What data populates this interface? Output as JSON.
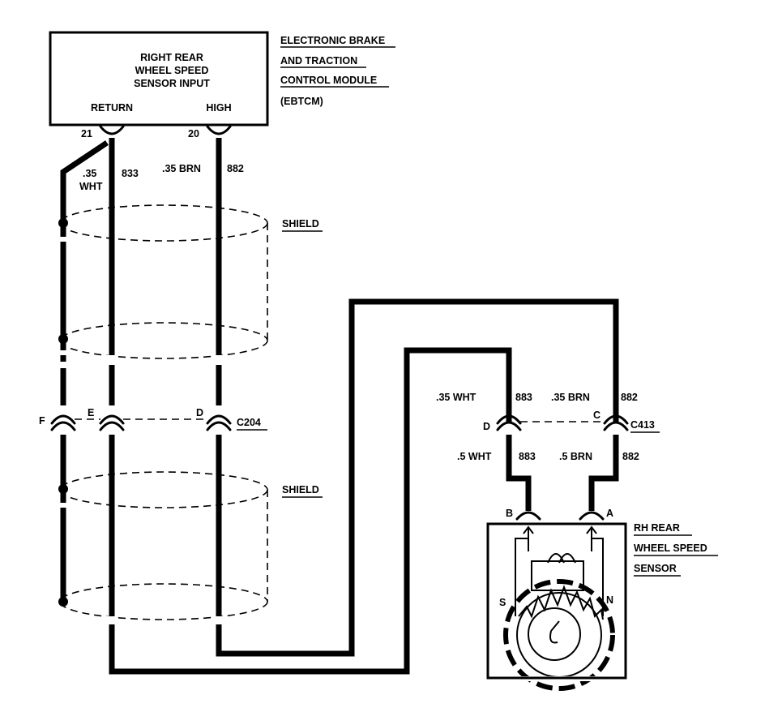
{
  "module": {
    "box_lines": [
      "RIGHT REAR",
      "WHEEL SPEED",
      "SENSOR INPUT"
    ],
    "return_label": "RETURN",
    "high_label": "HIGH",
    "name_lines": [
      "ELECTRONIC BRAKE",
      "AND TRACTION",
      "CONTROL MODULE",
      "(EBTCM)"
    ],
    "pin_return": "21",
    "pin_high": "20"
  },
  "wires": {
    "ret_gauge": ".35",
    "ret_color": "WHT",
    "ret_circuit": "833",
    "high_spec": ".35 BRN",
    "high_circuit": "882"
  },
  "shield_label": "SHIELD",
  "c204": {
    "name": "C204",
    "pins": [
      "F",
      "E",
      "D"
    ]
  },
  "c413": {
    "name": "C413",
    "pin_left": "D",
    "pin_right": "C",
    "top_left_spec": ".35 WHT",
    "top_left_circuit": "883",
    "top_right_spec": ".35 BRN",
    "top_right_circuit": "882",
    "bot_left_spec": ".5 WHT",
    "bot_left_circuit": "883",
    "bot_right_spec": ".5 BRN",
    "bot_right_circuit": "882"
  },
  "sensor": {
    "name_lines": [
      "RH REAR",
      "WHEEL SPEED",
      "SENSOR"
    ],
    "pin_b": "B",
    "pin_a": "A",
    "pole_s": "S",
    "pole_n": "N"
  }
}
